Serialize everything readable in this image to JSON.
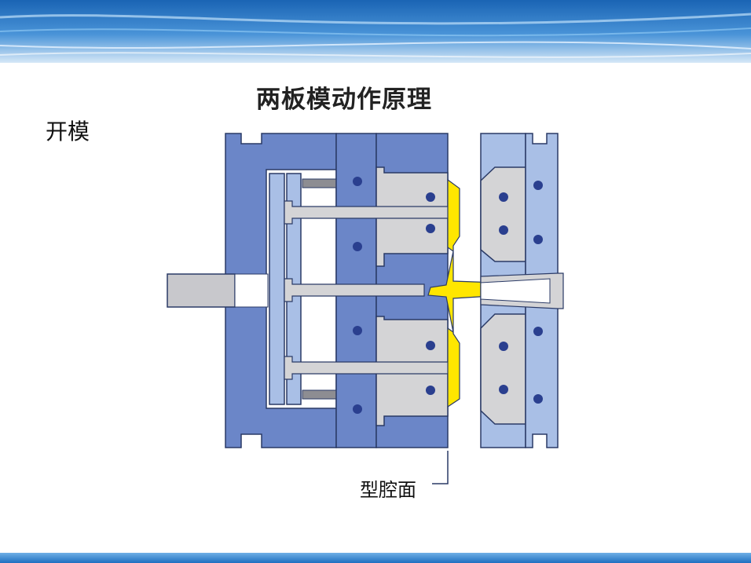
{
  "slide": {
    "title": "两板模动作原理",
    "state_label": "开模",
    "callout_label": "型腔面"
  },
  "colors": {
    "moving_plate": "#6b86c8",
    "stationary_plate": "#a9bfe6",
    "insert_gray": "#d4d4d6",
    "part_yellow": "#ffe600",
    "outline": "#2a3a66",
    "pin_dot": "#2a3f8f",
    "banner_blue": "#1e6fc0"
  }
}
